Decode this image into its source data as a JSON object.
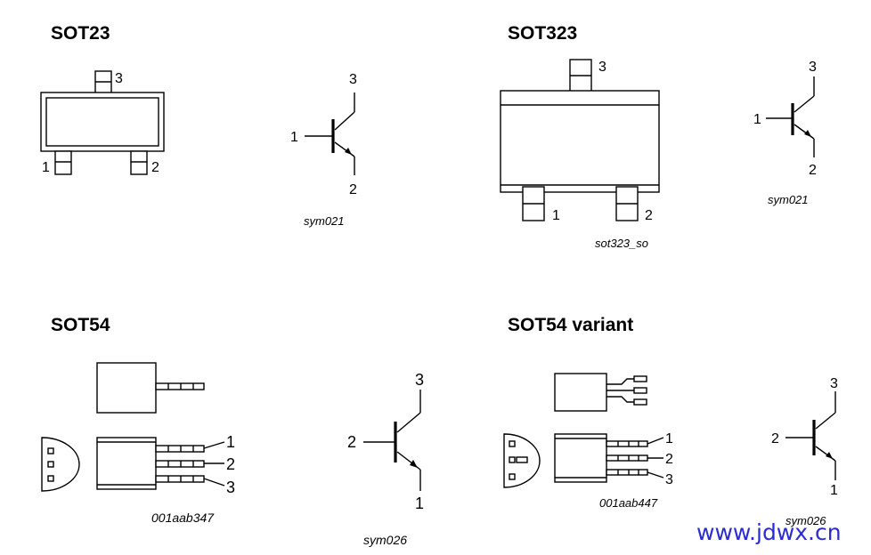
{
  "sections": {
    "sot23": {
      "title": "SOT23",
      "pins": [
        "1",
        "2",
        "3"
      ],
      "symbol": {
        "pins": [
          "1",
          "2",
          "3"
        ],
        "code": "sym021"
      }
    },
    "sot323": {
      "title": "SOT323",
      "pins": [
        "1",
        "2",
        "3"
      ],
      "outline_code": "sot323_so",
      "symbol": {
        "pins": [
          "1",
          "2",
          "3"
        ],
        "code": "sym021"
      }
    },
    "sot54": {
      "title": "SOT54",
      "pins": [
        "1",
        "2",
        "3"
      ],
      "outline_code": "001aab347",
      "symbol": {
        "pins": [
          "1",
          "2",
          "3"
        ],
        "code": "sym026"
      }
    },
    "sot54_variant": {
      "title": "SOT54 variant",
      "pins": [
        "1",
        "2",
        "3"
      ],
      "outline_code": "001aab447",
      "symbol": {
        "pins": [
          "1",
          "2",
          "3"
        ],
        "code": "sym026"
      }
    }
  },
  "watermark": "www.jdwx.cn"
}
